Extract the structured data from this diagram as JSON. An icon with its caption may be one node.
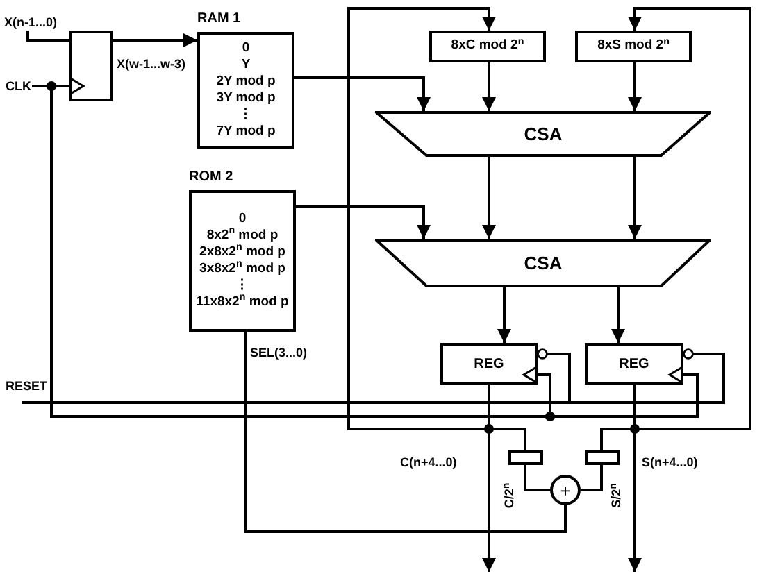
{
  "diagram": {
    "nodes": [
      {
        "text": [],
        "shape": "box"
      },
      {
        "text": [
          "RAM 1",
          "0",
          "Y",
          "2Y mod p",
          "3Y mod p",
          "⋮",
          "7Y mod p"
        ]
      },
      {
        "text": [
          "ROM 2",
          "0",
          "8x2$^{n}$ mod p",
          "2x8x2$^{n}$ mod p",
          "3x8x2$^{n}$ mod p",
          "⋮",
          "11x8x2$^{n}$ mod p"
        ]
      },
      {
        "text": [
          "8xC mod 2$^{n}$"
        ]
      },
      {
        "text": [
          "8xS mod 2$^{n}$"
        ]
      },
      {
        "text": [
          "CSA"
        ]
      },
      {
        "text": [
          "CSA"
        ]
      },
      {
        "text": [
          "REG"
        ]
      },
      {
        "text": [
          "REG"
        ]
      },
      {
        "text": [],
        "shape": "box"
      },
      {
        "text": [],
        "shape": "box"
      },
      {
        "text": [
          "+"
        ]
      },
      {
        "text": [
          "X(n-1...0)"
        ]
      },
      {
        "text": [
          "CLK"
        ]
      }
    ],
    "edges": [
      {
        "from": 12,
        "to": 0,
        "arrow": "none"
      },
      {
        "from": 13,
        "to": 0,
        "arrow": "to"
      },
      {
        "from": 0,
        "to": 1,
        "arrow": "to"
      },
      {
        "from": 1,
        "to": 5,
        "arrow": "to"
      },
      {
        "from": 2,
        "to": 6,
        "arrow": "to"
      },
      {
        "from": 3,
        "to": 5,
        "arrow": "to"
      },
      {
        "from": 4,
        "to": 5,
        "arrow": "to"
      },
      {
        "from": 5,
        "to": 6,
        "arrow": "to"
      },
      {
        "from": 5,
        "to": 6,
        "arrow": "to"
      },
      {
        "from": 6,
        "to": 7,
        "arrow": "to"
      },
      {
        "from": 6,
        "to": 8,
        "arrow": "to"
      },
      {
        "from": 7,
        "to": 3,
        "arrow": "to"
      },
      {
        "from": 8,
        "to": 4,
        "arrow": "to"
      },
      {
        "from": 7,
        "to": 9,
        "arrow": "none"
      },
      {
        "from": 8,
        "to": 10,
        "arrow": "none"
      },
      {
        "from": 9,
        "to": 11,
        "arrow": "none"
      },
      {
        "from": 10,
        "to": 11,
        "arrow": "none"
      },
      {
        "from": 2,
        "to": 11,
        "arrow": "none"
      },
      {
        "from": 7,
        "to": null,
        "arrow": "to"
      },
      {
        "from": 8,
        "to": null,
        "arrow": "to"
      },
      {
        "from": 13,
        "to": 7,
        "arrow": "to"
      },
      {
        "from": 13,
        "to": 8,
        "arrow": "to"
      },
      {
        "from": null,
        "to": 7,
        "arrow": "other"
      },
      {
        "from": null,
        "to": 8,
        "arrow": "other"
      }
    ],
    "labels": [
      "X(w-1...w-3)",
      "RESET",
      "SEL(3...0)",
      "C(n+4...0)",
      "S(n+4...0)",
      "C/2$^{n}$",
      "S/2$^{n}$"
    ]
  }
}
